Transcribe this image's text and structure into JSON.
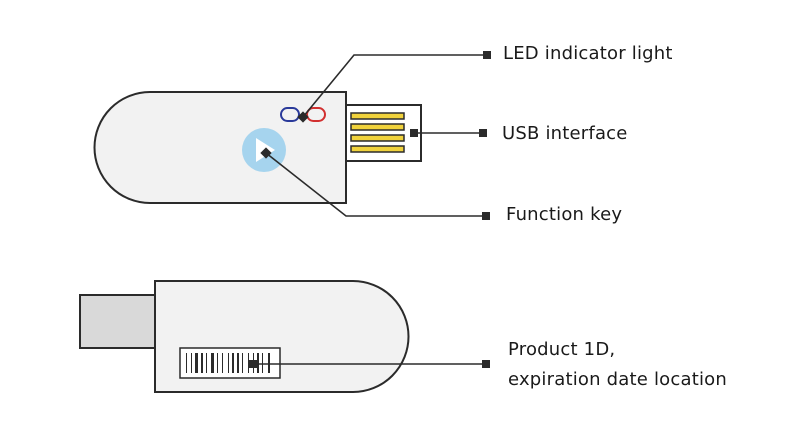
{
  "labels": {
    "led": "LED indicator light",
    "usb": "USB interface",
    "function_key": "Function key",
    "product_line1": "Product 1D,",
    "product_line2": "expiration date location"
  },
  "colors": {
    "outline": "#2b2b2b",
    "body_fill": "#f2f2f2",
    "connector_fill": "#d9d9d9",
    "contact_fill": "#f0d23c",
    "led_blue": "#2a3a9a",
    "led_red": "#d23030",
    "button_fill": "#a6d4ee",
    "button_icon": "#ffffff"
  },
  "icons": {
    "function_key": "play-triangle-icon",
    "barcode": "barcode-icon"
  }
}
